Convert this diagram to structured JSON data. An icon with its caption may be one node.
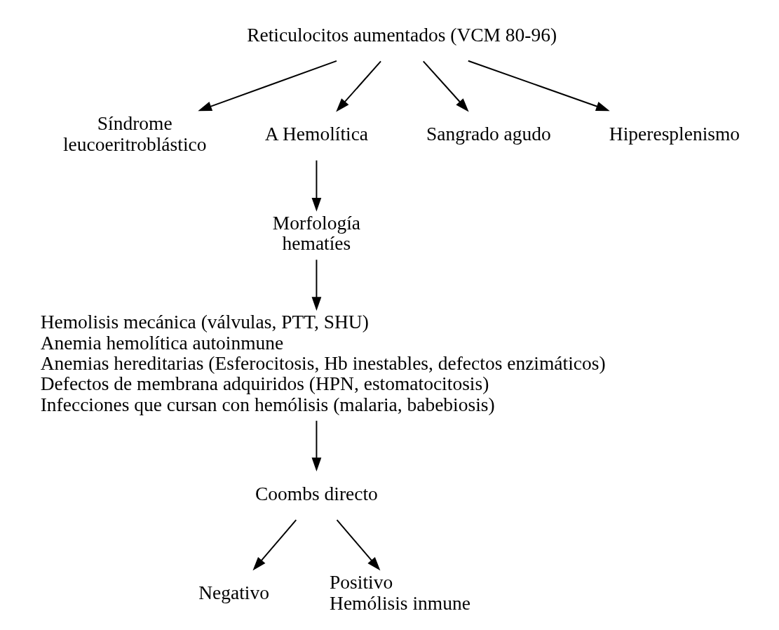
{
  "diagram": {
    "nodes": [
      {
        "text": [
          "Reticulocitos aumentados (VCM 80-96)"
        ]
      },
      {
        "text": [
          "Síndrome leucoeritroblástico"
        ]
      },
      {
        "text": [
          "A Hemolítica"
        ]
      },
      {
        "text": [
          "Sangrado agudo"
        ]
      },
      {
        "text": [
          "Hiperesplenismo"
        ]
      },
      {
        "text": [
          "Morfología hematíes"
        ]
      },
      {
        "text": [
          "Hemolisis mecánica (válvulas, PTT, SHU)",
          "Anemia hemolítica autoinmune",
          "Anemias hereditarias (Esferocitosis, Hb inestables, defectos enzimáticos)",
          "Defectos de membrana adquiridos (HPN, estomatocitosis)",
          "Infecciones que cursan con hemólisis (malaria, babebiosis)"
        ]
      },
      {
        "text": [
          "Coombs directo"
        ]
      },
      {
        "text": [
          "Negativo"
        ]
      },
      {
        "text": [
          "Positivo",
          "Hemólisis inmune"
        ]
      }
    ],
    "edges": [
      {
        "from": 0,
        "to": 1,
        "arrow": "to"
      },
      {
        "from": 0,
        "to": 2,
        "arrow": "to"
      },
      {
        "from": 0,
        "to": 3,
        "arrow": "to"
      },
      {
        "from": 0,
        "to": 4,
        "arrow": "to"
      },
      {
        "from": 2,
        "to": 5,
        "arrow": "to"
      },
      {
        "from": 5,
        "to": 6,
        "arrow": "to"
      },
      {
        "from": 6,
        "to": 7,
        "arrow": "to"
      },
      {
        "from": 7,
        "to": 8,
        "arrow": "to"
      },
      {
        "from": 7,
        "to": 9,
        "arrow": "to"
      }
    ]
  }
}
